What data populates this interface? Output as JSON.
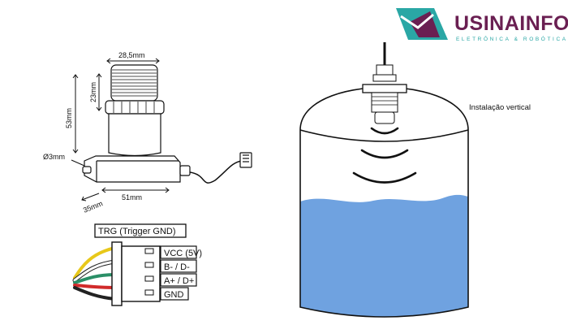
{
  "logo": {
    "name": "USINAINFO",
    "tagline": "ELETRÔNICA & ROBÓTICA",
    "colors": {
      "primary": "#6a1f52",
      "accent": "#2aa7a5"
    }
  },
  "dimensions": {
    "width_top": "28,5mm",
    "thread_height": "23mm",
    "total_height": "53mm",
    "hole": "Ø3mm",
    "base_length": "51mm",
    "base_depth": "35mm"
  },
  "pinout": {
    "trg": "TRG (Trigger GND)",
    "pins": [
      "VCC (5V)",
      "B- / D-",
      "A+ / D+",
      "GND"
    ],
    "wire_colors": [
      "#e8c81a",
      "#ffffff",
      "#2a8f67",
      "#d12a2a",
      "#222222"
    ]
  },
  "installation": {
    "caption": "Instalação vertical",
    "water_color": "#6fa2e0"
  }
}
